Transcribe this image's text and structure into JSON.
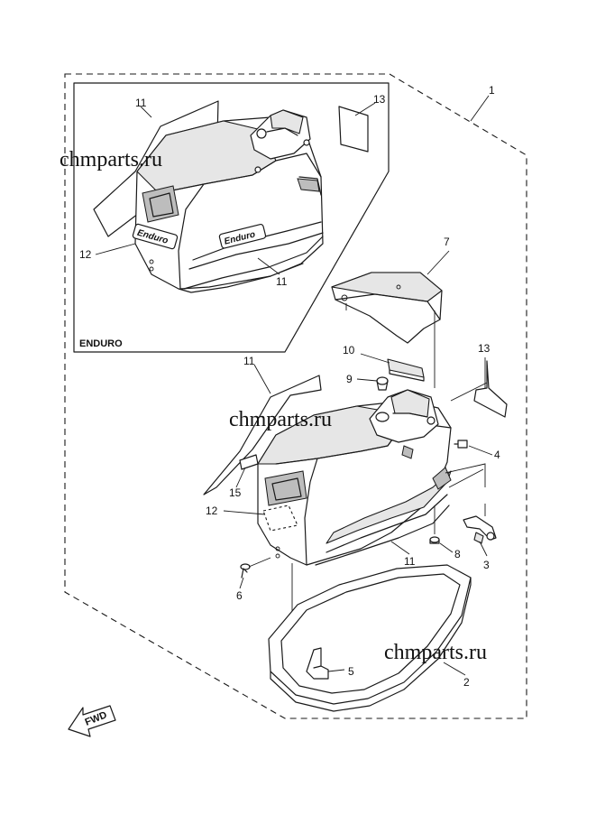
{
  "watermark": "chmparts.ru",
  "inset_label": "ENDURO",
  "badge_text": "Enduro",
  "fwd_label": "FWD",
  "callouts": {
    "c1": "1",
    "c2": "2",
    "c3": "3",
    "c4": "4",
    "c5": "5",
    "c6": "6",
    "c7": "7",
    "c8": "8",
    "c9": "9",
    "c10": "10",
    "c11": "11",
    "c12": "12",
    "c13": "13",
    "c15": "15"
  }
}
